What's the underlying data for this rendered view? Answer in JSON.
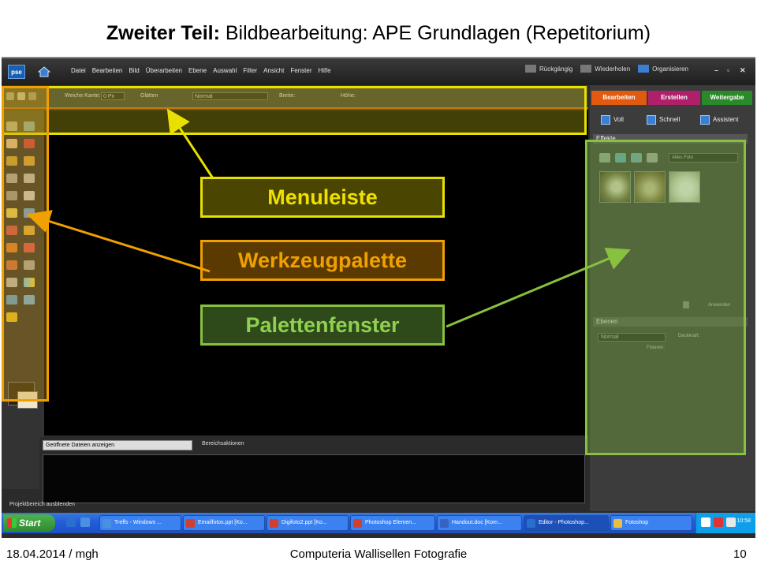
{
  "slide": {
    "title_bold": "Zweiter Teil:",
    "title_rest": " Bildbearbeitung: APE Grundlagen (Repetitorium)",
    "footer_left": "18.04.2014 / mgh",
    "footer_center": "Computeria Wallisellen Fotografie",
    "footer_right": "10"
  },
  "colors": {
    "menu_highlight": "#e8e000",
    "tool_highlight": "#f0a000",
    "palette_highlight": "#88c040"
  },
  "callouts": {
    "menuleiste": "Menuleiste",
    "werkzeugpalette": "Werkzeugpalette",
    "palettenfenster": "Palettenfenster"
  },
  "app": {
    "logo": "pse",
    "home_icon": "home-icon",
    "menu": [
      "Datei",
      "Bearbeiten",
      "Bild",
      "Überarbeiten",
      "Ebene",
      "Auswahl",
      "Filter",
      "Ansicht",
      "Fenster",
      "Hilfe"
    ],
    "undo": "Rückgängig",
    "redo": "Wiederholen",
    "organize": "Organisieren",
    "window_controls": [
      "–",
      "▫",
      "✕"
    ]
  },
  "options": {
    "feather_label": "Weiche Kante:",
    "feather_value": "0 Px",
    "antialias": "Glätten",
    "mode_value": "Normal",
    "width_label": "Breite:",
    "height_label": "Höhe:"
  },
  "panel": {
    "tab_edit": "Bearbeiten",
    "tab_create": "Erstellen",
    "tab_share": "Weitergabe",
    "sub_full": "Voll",
    "sub_quick": "Schnell",
    "sub_guided": "Assistent",
    "effects_head": "Effekte",
    "effects_filter": "Altes Foto",
    "apply": "Anwenden",
    "layers_head": "Ebenen",
    "layers_mode": "Normal",
    "opacity": "Deckkraft:",
    "lock": "Fixieren:"
  },
  "bottom": {
    "open_files": "Geöffnete Dateien anzeigen",
    "area_actions": "Bereichsaktionen",
    "hide_project": "Projektbereich ausblenden"
  },
  "taskbar": {
    "start": "Start",
    "tasks": [
      "Treffs - Windows ...",
      "Emailfotos.ppt [Ko...",
      "Digifoto2.ppt [Ko...",
      "Photoshop Elemen...",
      "Handout.doc [Kom...",
      "Editor - Photoshop...",
      "Fotoshop"
    ],
    "clock": "10:58"
  }
}
